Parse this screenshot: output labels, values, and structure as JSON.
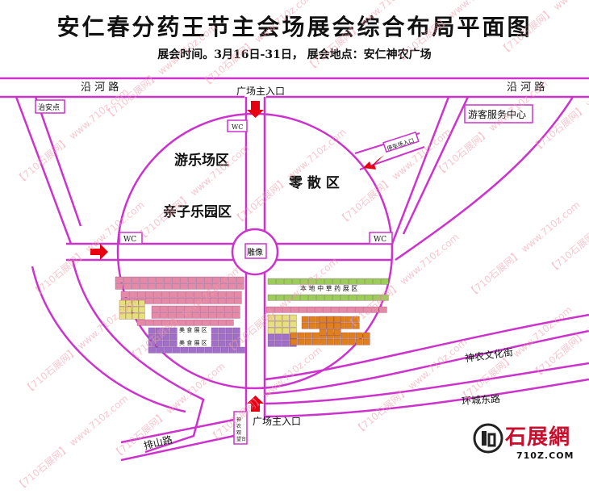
{
  "title": "安仁春分药王节主会场展会综合布局平面图",
  "subtitle": "展会时间。3月16日-31日， 展会地点：安仁神农广场",
  "roads": {
    "top_left": "沿 河 路",
    "top_right": "沿 河 路",
    "culture_street": "神农文化街",
    "ring_east": "环城东路",
    "paishan": "排山路"
  },
  "entrances": {
    "main_top": "广场主入口",
    "main_bottom": "广场主入口",
    "side": "停车场入口"
  },
  "zones": {
    "amusement": "游乐场区",
    "kids": "亲子乐园区",
    "retail": "零 散 区",
    "statue": "雕像",
    "herbal": "本 地 中 草 药 展 区",
    "food1": "美 食 展 区",
    "food2": "美 食 展 区"
  },
  "facilities": {
    "security": "治安点",
    "visitor_center": "游客服务中心",
    "wc_top": "WC",
    "wc_left": "WC",
    "wc_right": "WC",
    "stage": "神农观望台"
  },
  "watermark": "【710石展网】 www.710z.com",
  "logo": {
    "name": "石展網",
    "url": "710Z.COM"
  },
  "colors": {
    "road": "#cc33cc",
    "arrow": "#e60012",
    "watermark": "#f29aa8",
    "booth_pink": "#e58aa6",
    "booth_yellow": "#e6e07a",
    "booth_purple": "#a070c8",
    "booth_green": "#9ccc5a",
    "booth_orange": "#e0801a",
    "logo_red": "#c8102e"
  }
}
